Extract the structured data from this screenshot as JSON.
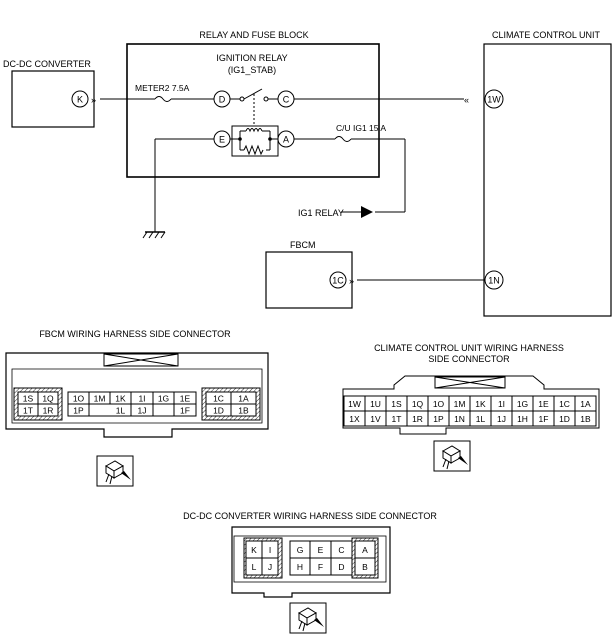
{
  "schematic": {
    "relay_block_title": "RELAY AND FUSE BLOCK",
    "climate_unit_title": "CLIMATE CONTROL UNIT",
    "dcdc_title": "DC-DC CONVERTER",
    "relay_name_line1": "IGNITION RELAY",
    "relay_name_line2": "(IG1_STAB)",
    "fuse_meter": "METER2 7.5A",
    "fuse_cu": "C/U IG1 15 A",
    "ig1_relay_label": "IG1 RELAY",
    "fbcm_title": "FBCM",
    "terminal_k": "K",
    "terminal_d": "D",
    "terminal_c": "C",
    "terminal_e": "E",
    "terminal_a": "A",
    "terminal_1w": "1W",
    "terminal_1n": "1N",
    "terminal_1c": "1C"
  },
  "fbcm_connector": {
    "title": "FBCM WIRING HARNESS SIDE CONNECTOR",
    "left_group": {
      "top": [
        "1S",
        "1Q"
      ],
      "bottom": [
        "1T",
        "1R"
      ]
    },
    "mid_top": [
      "1O",
      "1M",
      "1K",
      "1I",
      "1G",
      "1E"
    ],
    "mid_bottom": [
      "1P",
      "1L",
      "1J",
      "1F"
    ],
    "right_group": {
      "top": [
        "1C",
        "1A"
      ],
      "bottom": [
        "1D",
        "1B"
      ]
    }
  },
  "climate_connector": {
    "title_line1": "CLIMATE CONTROL UNIT WIRING HARNESS",
    "title_line2": "SIDE CONNECTOR",
    "top_row": [
      "1W",
      "1U",
      "1S",
      "1Q",
      "1O",
      "1M",
      "1K",
      "1I",
      "1G",
      "1E",
      "1C",
      "1A"
    ],
    "bottom_row": [
      "1X",
      "1V",
      "1T",
      "1R",
      "1P",
      "1N",
      "1L",
      "1J",
      "1H",
      "1F",
      "1D",
      "1B"
    ]
  },
  "dcdc_connector": {
    "title": "DC-DC CONVERTER WIRING HARNESS SIDE CONNECTOR",
    "top_row": [
      "K",
      "I",
      "G",
      "E",
      "C",
      "A"
    ],
    "bottom_row": [
      "L",
      "J",
      "H",
      "F",
      "D",
      "B"
    ]
  }
}
